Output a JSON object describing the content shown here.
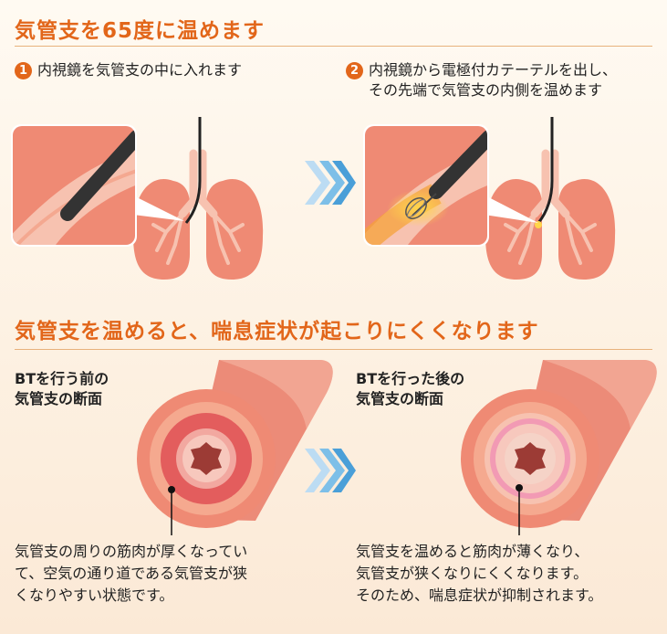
{
  "heading1": "気管支を65度に温めます",
  "step1": {
    "number": "1",
    "text": "内視鏡を気管支の中に入れます"
  },
  "step2": {
    "number": "2",
    "line1": "内視鏡から電極付カテーテルを出し、",
    "line2": "その先端で気管支の内側を温めます"
  },
  "heading2": "気管支を温めると、喘息症状が起こりにくくなります",
  "before": {
    "title1": "BTを行う前の",
    "title2": "気管支の断面",
    "desc1": "気管支の周りの筋肉が厚くなってい",
    "desc2": "て、空気の通り道である気管支が狭",
    "desc3": "くなりやすい状態です。"
  },
  "after": {
    "title1": "BTを行った後の",
    "title2": "気管支の断面",
    "desc1": "気管支を温めると筋肉が薄くなり、",
    "desc2": "気管支が狭くなりにくくなります。",
    "desc3": "そのため、喘息症状が抑制されます。"
  },
  "colors": {
    "accent": "#e2661a",
    "tissue": "#ef8a74",
    "tissue_light": "#f7c2b0",
    "muscle_thick": "#e35d5d",
    "muscle_thin": "#f29ab4",
    "lumen": "#9c3b35",
    "arrow": "#4a9fd8"
  }
}
